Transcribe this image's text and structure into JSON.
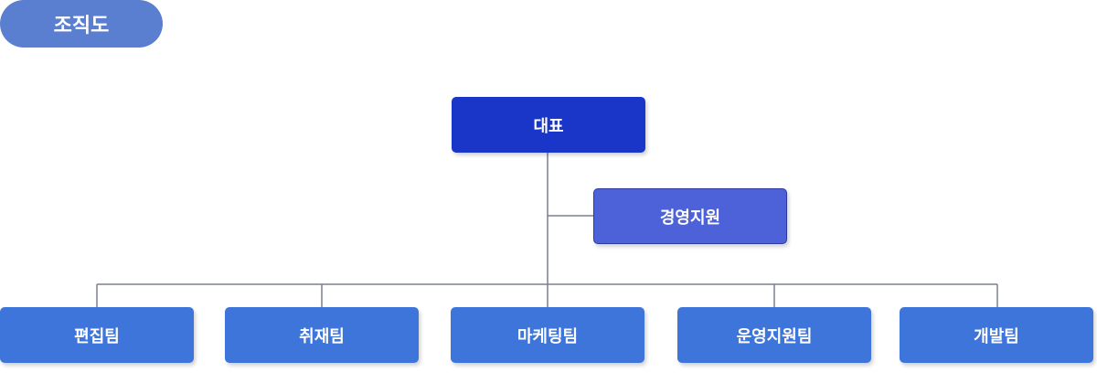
{
  "header": {
    "title": "조직도"
  },
  "org": {
    "ceo": "대표",
    "support": "경영지원",
    "teams": [
      "편집팀",
      "취재팀",
      "마케팅팀",
      "운영지원팀",
      "개발팀"
    ]
  },
  "colors": {
    "title_pill": "#5a7fd0",
    "ceo": "#1936c9",
    "support": "#4d62d8",
    "team": "#3d75db",
    "line": "#7a7f90"
  }
}
